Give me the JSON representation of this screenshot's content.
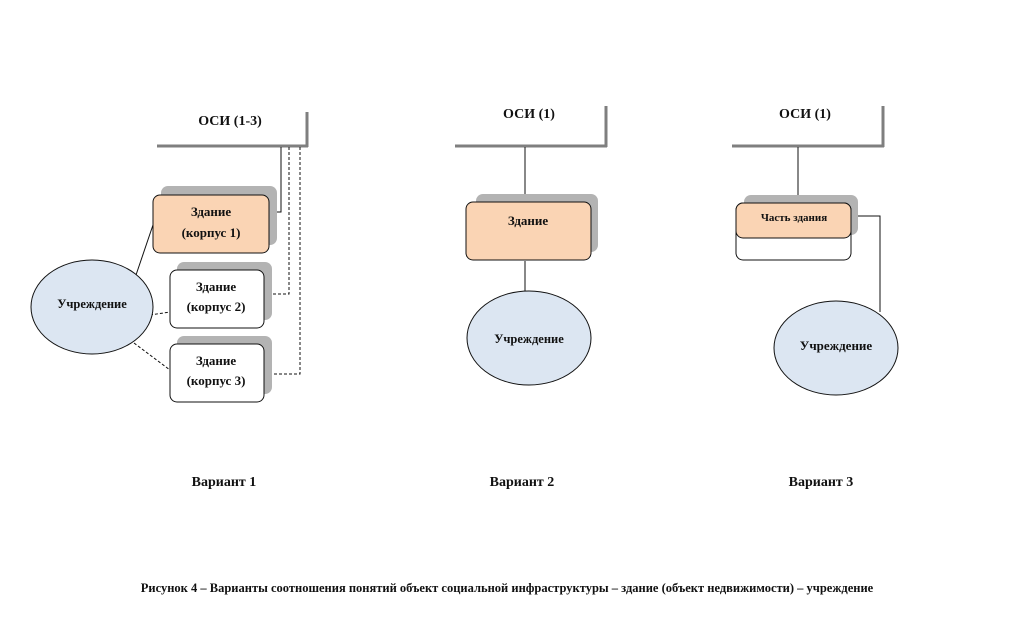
{
  "variants": [
    {
      "title": "Вариант 1",
      "osi_label": "ОСИ (1-3)",
      "institution_label": "Учреждение",
      "buildings": [
        {
          "line1": "Здание",
          "line2": "(корпус 1)"
        },
        {
          "line1": "Здание",
          "line2": "(корпус 2)"
        },
        {
          "line1": "Здание",
          "line2": "(корпус 3)"
        }
      ]
    },
    {
      "title": "Вариант 2",
      "osi_label": "ОСИ (1)",
      "building_label": "Здание",
      "institution_label": "Учреждение"
    },
    {
      "title": "Вариант 3",
      "osi_label": "ОСИ (1)",
      "building_part_label": "Часть здания",
      "institution_label": "Учреждение"
    }
  ],
  "caption": "Рисунок 4 – Варианты соотношения понятий объект социальной инфраструктуры – здание (объект недвижимости) – учреждение",
  "colors": {
    "building_fill": "#fad4b4",
    "institution_fill": "#dce6f2",
    "shadow": "#b3b3b3",
    "line": "#111111",
    "osi_bar": "#7f7f7f"
  }
}
